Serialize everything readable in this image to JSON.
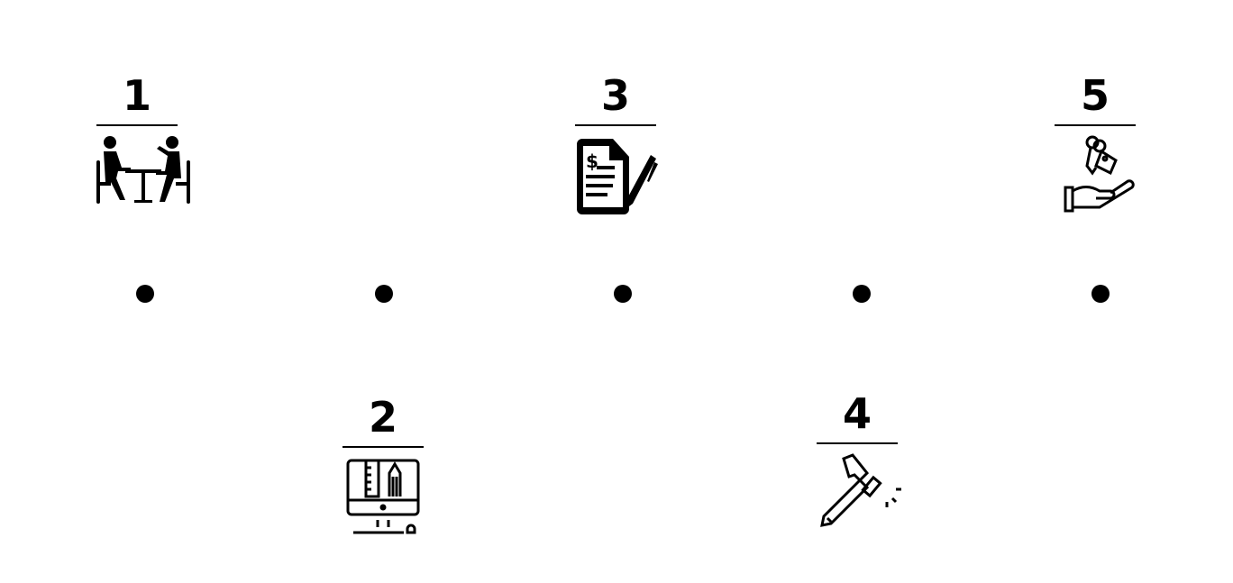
{
  "steps": [
    {
      "number": "1",
      "icon": "meeting-icon"
    },
    {
      "number": "2",
      "icon": "design-monitor-icon"
    },
    {
      "number": "3",
      "icon": "contract-signing-icon"
    },
    {
      "number": "4",
      "icon": "construction-hammer-icon"
    },
    {
      "number": "5",
      "icon": "key-handover-icon"
    }
  ],
  "colors": {
    "ink": "#000000",
    "background": "#ffffff"
  }
}
